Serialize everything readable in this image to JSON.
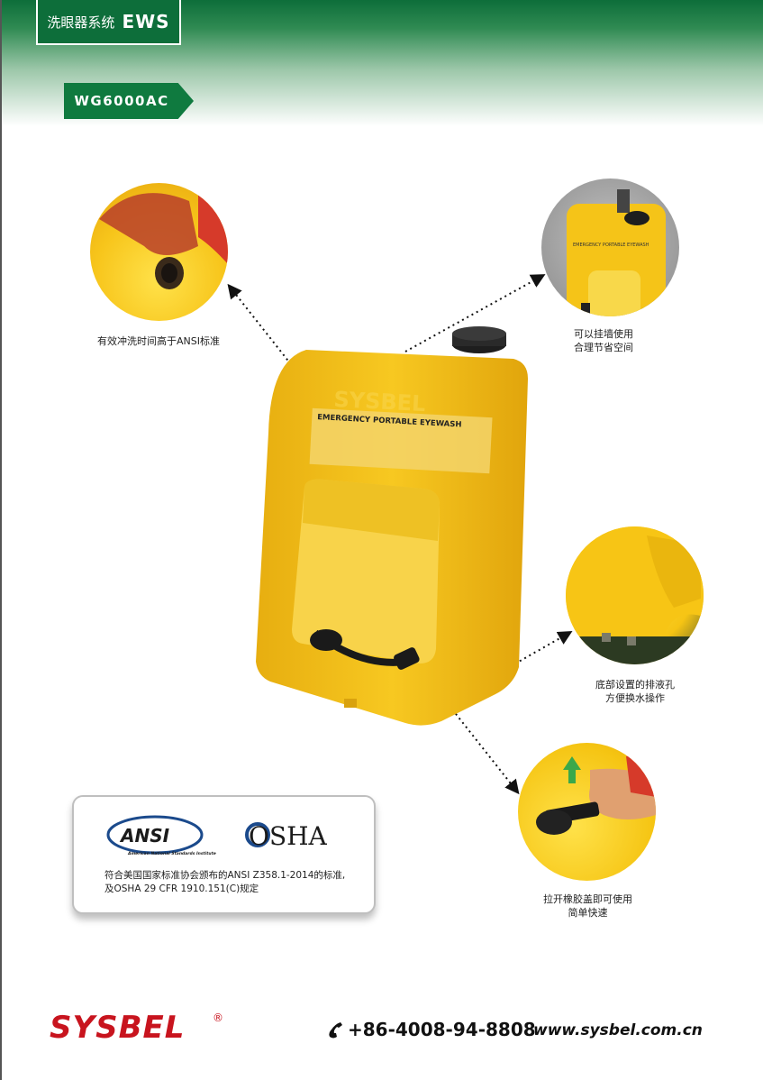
{
  "header": {
    "category_cn": "洗眼器系统",
    "category_en": "EWS",
    "model": "WG6000AC"
  },
  "product": {
    "label_title": "EMERGENCY PORTABLE EYEWASH",
    "embossed_brand": "SYSBEL"
  },
  "features": [
    {
      "lines": [
        "有效冲洗时间高于ANSI标准"
      ]
    },
    {
      "lines": [
        "可以挂墙使用",
        "合理节省空间"
      ]
    },
    {
      "lines": [
        "底部设置的排液孔",
        "方便换水操作"
      ]
    },
    {
      "lines": [
        "拉开橡胶盖即可使用",
        "简单快速"
      ]
    }
  ],
  "certifications": {
    "ansi_logo": "ANSI",
    "ansi_subtitle": "American National Standards Institute",
    "osha_logo": "OSHA",
    "text_lines": [
      "符合美国国家标准协会颁布的ANSI Z358.1-2014的标准,",
      "及OSHA 29 CFR 1910.151(C)规定"
    ]
  },
  "footer": {
    "brand": "SYSBEL",
    "registered": "®",
    "phone": "+86-4008-94-8808",
    "website": "www.sysbel.com.cn"
  },
  "colors": {
    "brand_green": "#0d6e3a",
    "brand_red": "#c8141e",
    "product_yellow": "#f5c418"
  }
}
